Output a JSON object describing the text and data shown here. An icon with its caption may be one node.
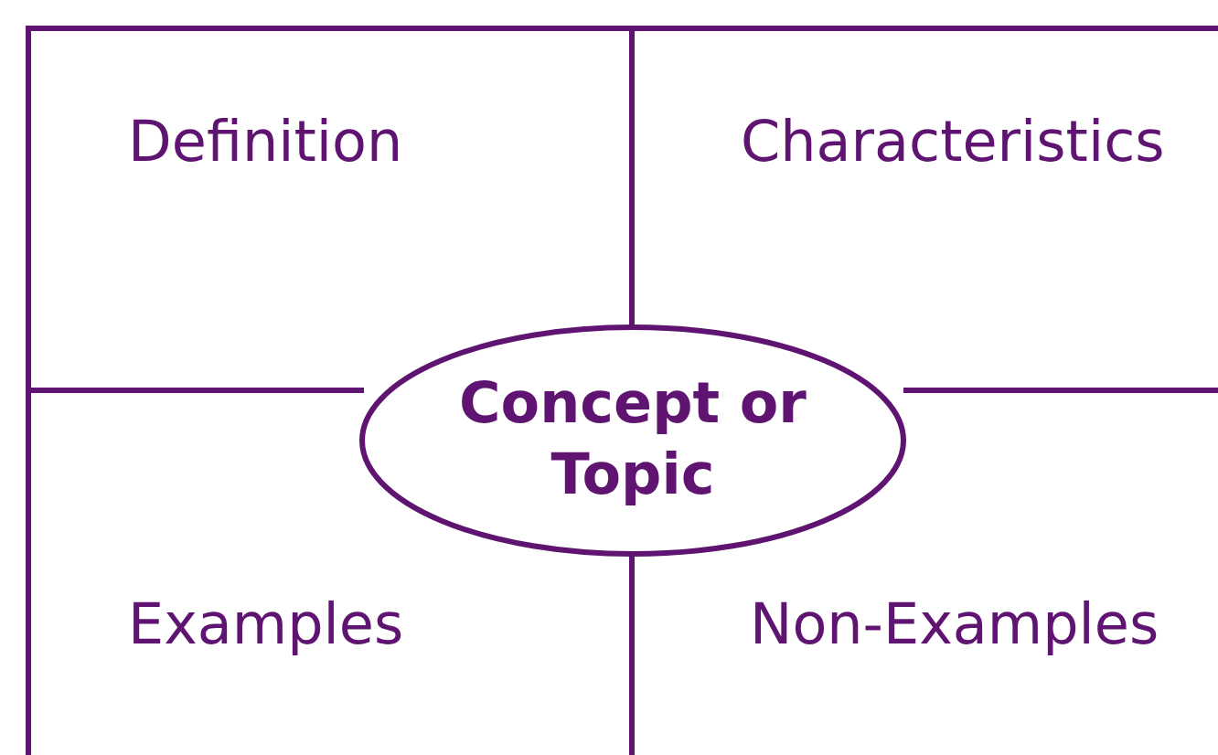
{
  "diagram": {
    "nodes": [
      {
        "text": [
          "Definition"
        ]
      },
      {
        "text": [
          "Characteristics"
        ]
      },
      {
        "text": [
          "Examples"
        ]
      },
      {
        "text": [
          "Non-Examples"
        ]
      },
      {
        "text": [
          "Concept or Topic"
        ]
      }
    ]
  }
}
